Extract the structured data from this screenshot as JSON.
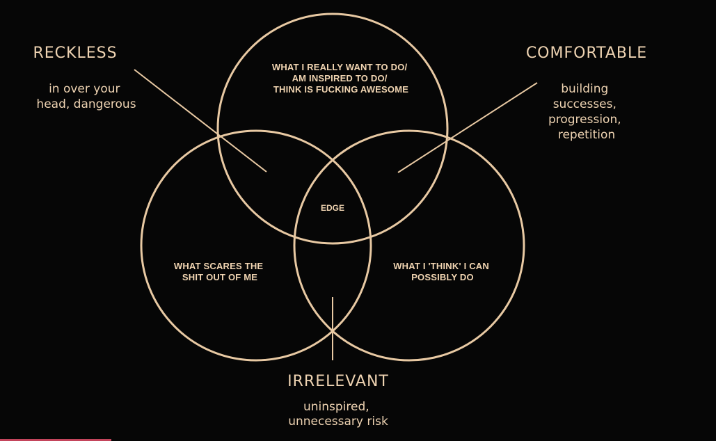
{
  "colors": {
    "background": "#060606",
    "stroke": "#e8c9a3",
    "circle_text": "#f1d5b2",
    "label_text": "#eed3b2",
    "bottom_bar": "#c4455c"
  },
  "circles": {
    "top": {
      "lines": [
        "WHAT I REALLY WANT TO DO/",
        "AM INSPIRED TO DO/",
        "THINK IS FUCKING AWESOME"
      ]
    },
    "left": {
      "lines": [
        "WHAT SCARES THE",
        "SHIT OUT OF ME"
      ]
    },
    "right": {
      "lines": [
        "WHAT I 'THINK' I CAN",
        "POSSIBLY DO"
      ]
    }
  },
  "center_label": "EDGE",
  "zones": {
    "reckless": {
      "title": "reckless",
      "lines": [
        "in over your",
        "head, dangerous"
      ]
    },
    "comfortable": {
      "title": "comfortable",
      "lines": [
        "building",
        "successes,",
        "progression,",
        "repetition"
      ]
    },
    "irrelevant": {
      "title": "irrelevant",
      "lines": [
        "uninspired,",
        "unnecessary risk"
      ]
    }
  }
}
